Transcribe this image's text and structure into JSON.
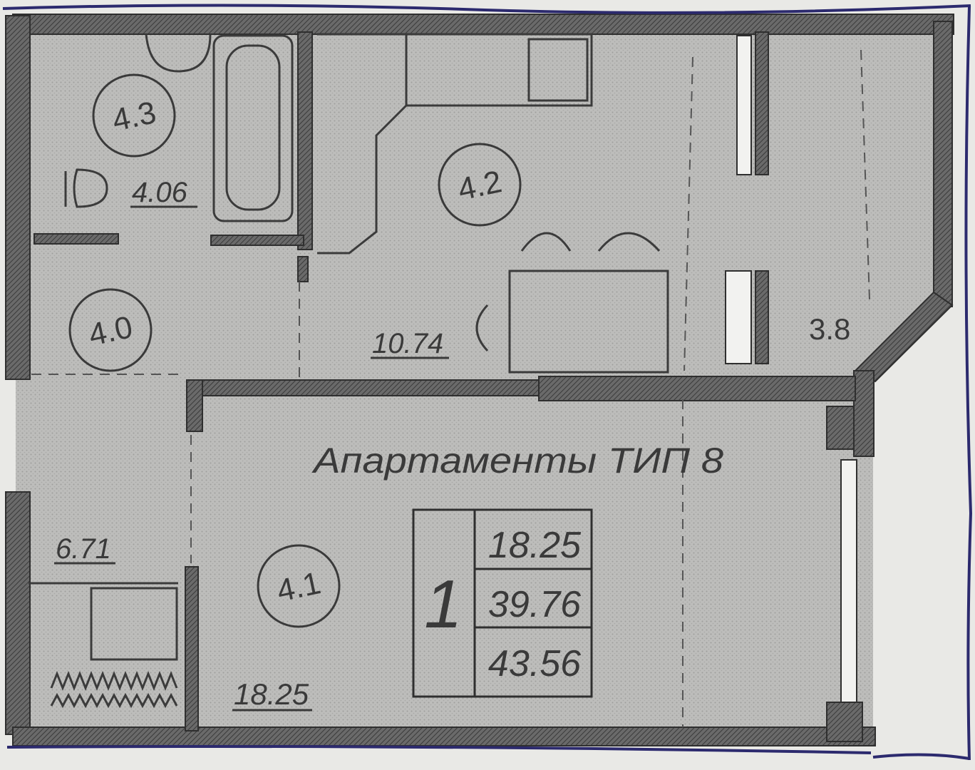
{
  "plan": {
    "title": "Апартаменты ТИП 8",
    "rooms": [
      {
        "id": "bathroom",
        "area": "4.06",
        "marker": "4.3"
      },
      {
        "id": "kitchen",
        "area": "10.74",
        "marker": "4.2"
      },
      {
        "id": "balcony",
        "area": "3.8"
      },
      {
        "id": "hall",
        "area": "6.71",
        "marker": "4.0"
      },
      {
        "id": "living-room",
        "area": "18.25",
        "marker": "4.1"
      }
    ],
    "summary": {
      "rooms": "1",
      "living_area": "18.25",
      "total_area": "39.76",
      "total_with_balcony": "43.56"
    }
  },
  "colors": {
    "wall": "#474747",
    "floor": "#bdbdbb",
    "border_ink": "#2c2a6e",
    "paper": "#e9e9e6"
  }
}
